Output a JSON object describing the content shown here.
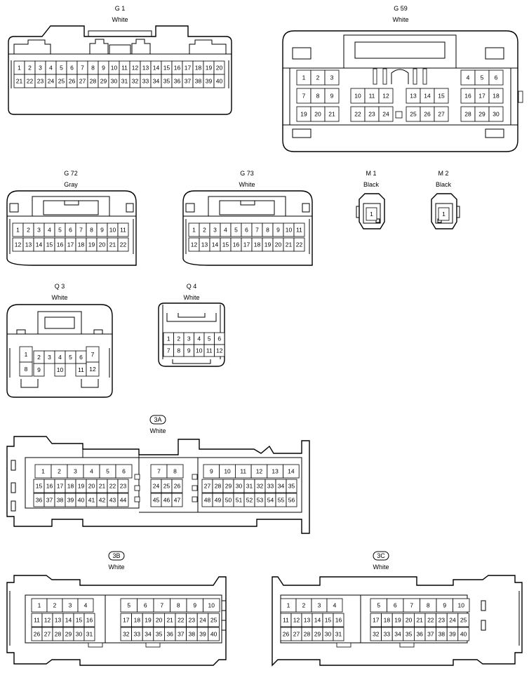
{
  "connectors": [
    {
      "id": "G 1",
      "color": "White"
    },
    {
      "id": "G 59",
      "color": "White"
    },
    {
      "id": "G 72",
      "color": "Gray"
    },
    {
      "id": "G 73",
      "color": "White"
    },
    {
      "id": "M 1",
      "color": "Black"
    },
    {
      "id": "M 2",
      "color": "Black"
    },
    {
      "id": "Q 3",
      "color": "White"
    },
    {
      "id": "Q 4",
      "color": "White"
    },
    {
      "id": "3A",
      "color": "White"
    },
    {
      "id": "3B",
      "color": "White"
    },
    {
      "id": "3C",
      "color": "White"
    }
  ]
}
